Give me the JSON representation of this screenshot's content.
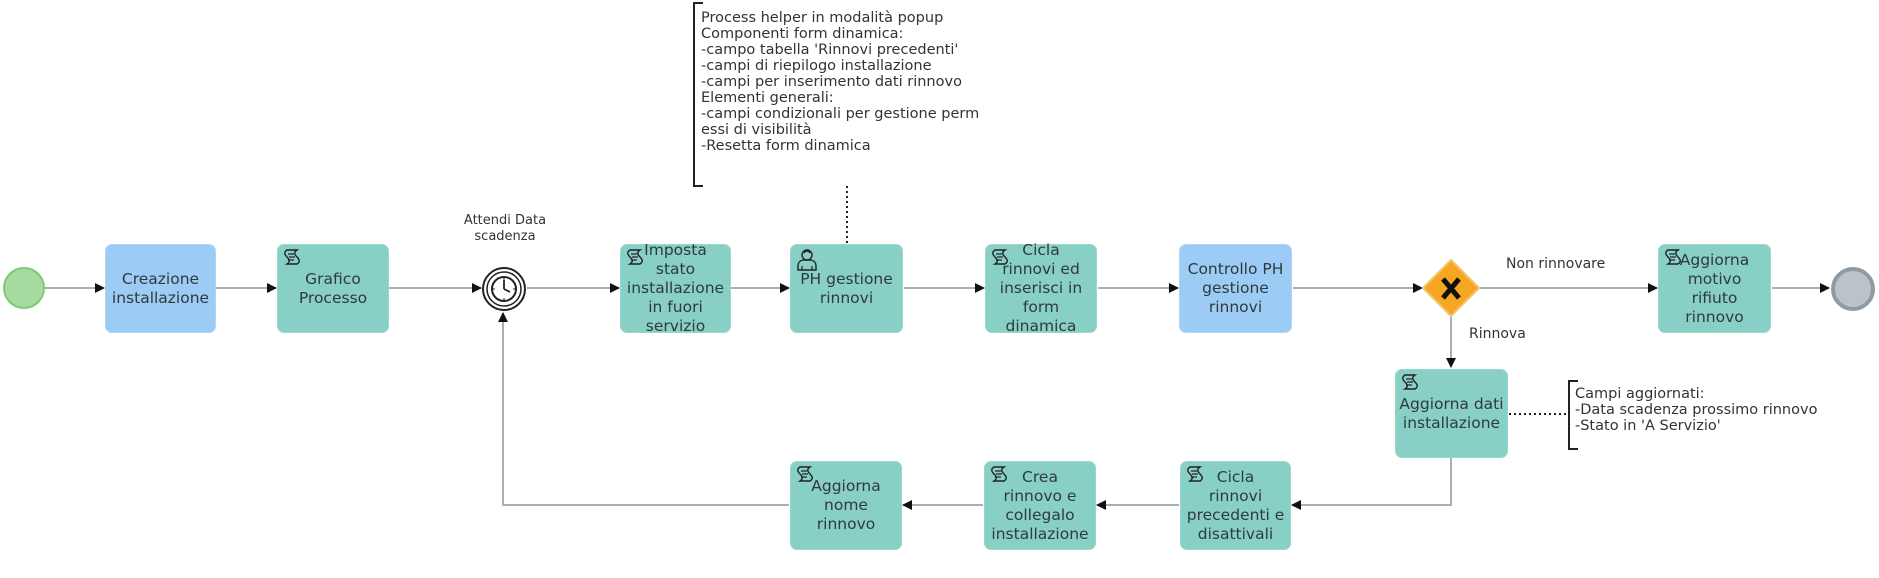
{
  "start_event": {
    "kind": "start"
  },
  "tasks": {
    "creazione": {
      "label": "Creazione\ninstallazione",
      "type": "blue"
    },
    "grafico": {
      "label": "Grafico\nProcesso",
      "type": "script"
    },
    "imposta": {
      "label": "Imposta\nstato\ninstallazione\nin fuori\nservizio",
      "type": "script"
    },
    "ph_gestione": {
      "label": "PH gestione\nrinnovi",
      "type": "user"
    },
    "cicla_rinnovi": {
      "label": "Cicla\nrinnovi ed\ninserisci in\nform\ndinamica",
      "type": "script"
    },
    "controllo_ph": {
      "label": "Controllo PH\ngestione\nrinnovi",
      "type": "blue"
    },
    "aggiorna_motivo": {
      "label": "Aggiorna\nmotivo\nrifiuto\nrinnovo",
      "type": "script"
    },
    "aggiorna_dati": {
      "label": "Aggiorna dati\ninstallazione",
      "type": "script"
    },
    "cicla_precedenti": {
      "label": "Cicla\nrinnovi\nprecedenti e\ndisattivali",
      "type": "script"
    },
    "crea_rinnovo": {
      "label": "Crea\nrinnovo e\ncollegalo\ninstallazione",
      "type": "script"
    },
    "aggiorna_nome": {
      "label": "Aggiorna\nnome\nrinnovo",
      "type": "script"
    }
  },
  "timer_event": {
    "label": "Attendi Data\nscadenza"
  },
  "gateway": {
    "symbol": "X",
    "color": "#f5a623"
  },
  "flow_labels": {
    "non_rinnovare": "Non rinnovare",
    "rinnova": "Rinnova"
  },
  "annotations": {
    "ph_note": "Process helper in modalità popup\nComponenti form dinamica:\n-campo tabella 'Rinnovi precedenti'\n-campi di riepilogo installazione\n-campi per inserimento dati rinnovo\nElementi generali:\n-campi condizionali per gestione perm\nessi di visibilità\n-Resetta form dinamica",
    "dati_note": "Campi aggiornati:\n-Data scadenza prossimo rinnovo\n-Stato in 'A Servizio'"
  },
  "colors": {
    "task_teal": "#88cfc6",
    "task_blue": "#9ccbf6",
    "start_green": "#a5dca0",
    "end_gray": "#bcc3c8",
    "connector": "#a8b0b5"
  },
  "icons": {
    "script_task": "script-icon",
    "user_task": "user-icon",
    "timer": "clock-icon",
    "gateway": "exclusive-x-icon"
  }
}
